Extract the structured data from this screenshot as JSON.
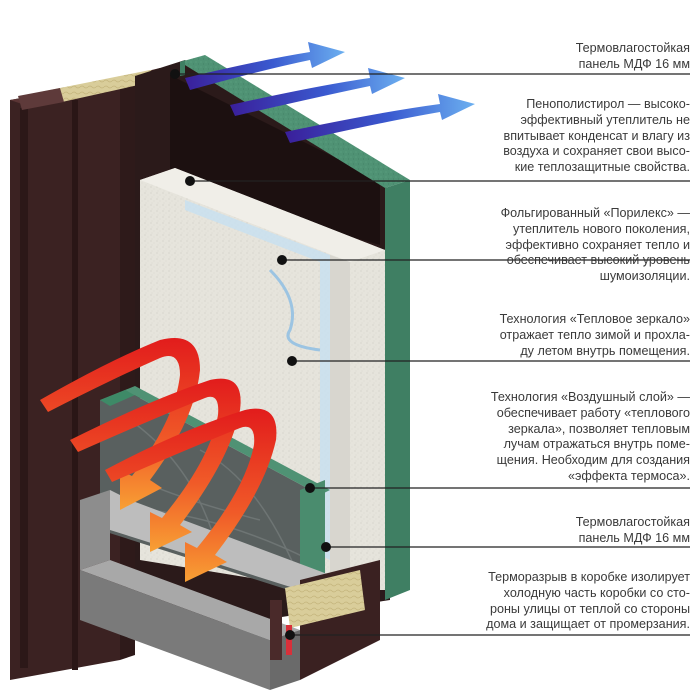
{
  "labels": [
    {
      "id": "mdf-top",
      "text": "Термовлагостойкая\nпанель МДФ 16 мм"
    },
    {
      "id": "polystyrene",
      "text": "Пенополистирол — высоко-\nэффективный утеплитель  не\nвпитывает конденсат и влагу из\nвоздуха и сохраняет свои высо-\nкие теплозащитные свойства."
    },
    {
      "id": "porilex",
      "text": "Фольгированный «Порилекс» —\nутеплитель нового поколения,\nэффективно сохраняет тепло и\nобеспечивает высокий уровень\nшумоизоляции."
    },
    {
      "id": "heat-mirror",
      "text": "Технология «Тепловое зеркало»\nотражает тепло зимой и прохла-\nду летом внутрь помещения."
    },
    {
      "id": "air-layer",
      "text": "Технология «Воздушный слой» —\nобеспечивает работу «теплового\nзеркала», позволяет тепловым\nлучам отражаться внутрь поме-\nщения. Необходим для создания\n«эффекта термоса»."
    },
    {
      "id": "mdf-bottom",
      "text": "Термовлагостойкая\nпанель МДФ 16 мм"
    },
    {
      "id": "thermal-break",
      "text": "Терморазрыв в коробке изолирует\nхолодную часть коробки со сто-\nроны улицы от теплой со стороны\nдома и защищает от промерзания."
    }
  ],
  "colors": {
    "frame": "#3a1f1f",
    "mdf_green": "#4d8f72",
    "insulation": "#e8e6de",
    "foil": "#b8d8ee",
    "inner_panel": "#5b6363",
    "cold_arrows": [
      "#3a2aa8",
      "#5aa0e8"
    ],
    "warm_arrows": [
      "#e02020",
      "#f7a030"
    ]
  },
  "icons": [
    "cold-air-arrow-icon",
    "warm-air-arrow-icon",
    "callout-dot-icon"
  ]
}
